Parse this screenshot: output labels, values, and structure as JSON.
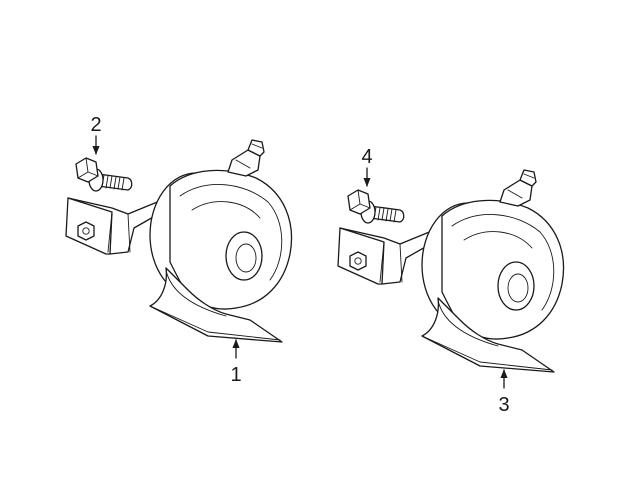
{
  "colors": {
    "line": "#1a1a1a",
    "background": "#ffffff"
  },
  "callouts": {
    "horn_left": "1",
    "bolt_left": "2",
    "horn_right": "3",
    "bolt_right": "4"
  }
}
